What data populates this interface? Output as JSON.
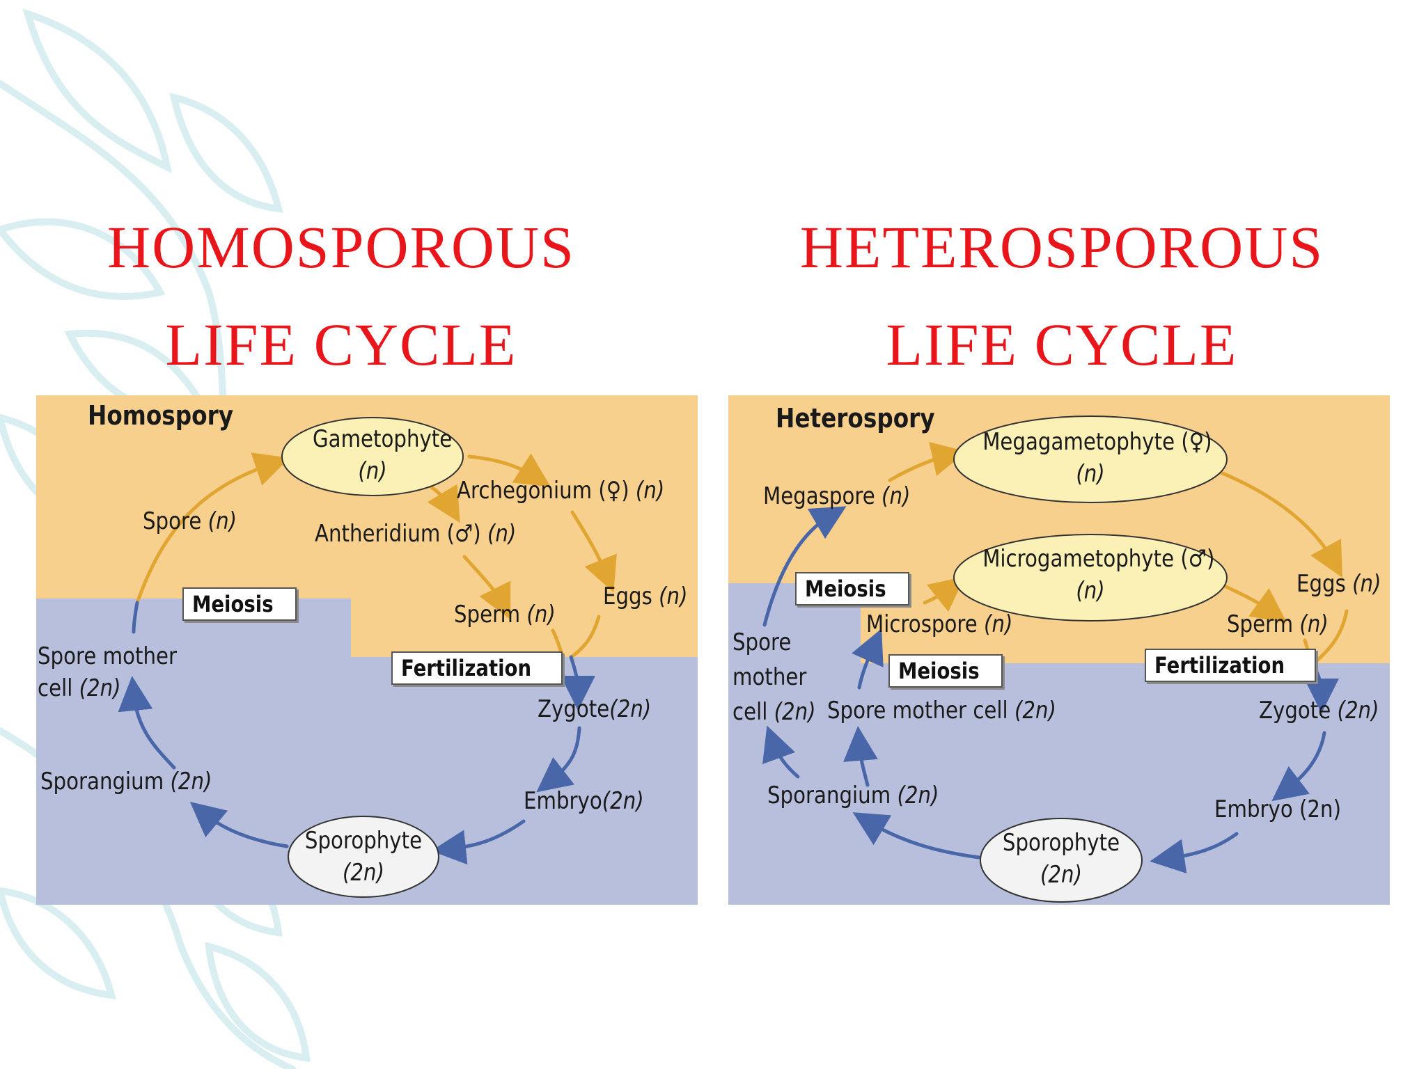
{
  "titles": {
    "left": [
      "HOMOSPOROUS",
      "LIFE CYCLE"
    ],
    "right": [
      "HETEROSPOROUS",
      "LIFE CYCLE"
    ]
  },
  "colors": {
    "title": "#e8151b",
    "haploid_zone": "#f8d08e",
    "diploid_zone": "#b8bfdc",
    "haploid_arrow": "#e1a532",
    "diploid_arrow": "#4967a8",
    "gametophyte_oval": "#fbf1b7",
    "sporophyte_oval": "#f3f3f3"
  },
  "homospory": {
    "heading": "Homospory",
    "gametophyte": {
      "name": "Gametophyte",
      "ploidy": "(n)"
    },
    "archegonium": {
      "name": "Archegonium (♀)",
      "ploidy": "(n)"
    },
    "antheridium": {
      "name": "Antheridium (♂)",
      "ploidy": "(n)"
    },
    "spore": {
      "name": "Spore",
      "ploidy": "(n)"
    },
    "eggs": {
      "name": "Eggs",
      "ploidy": "(n)"
    },
    "sperm": {
      "name": "Sperm",
      "ploidy": "(n)"
    },
    "meiosis": "Meiosis",
    "fertilization": "Fertilization",
    "spore_mother_cell": {
      "line1": "Spore mother",
      "line2": "cell",
      "ploidy": "(2n)"
    },
    "zygote": {
      "name": "Zygote",
      "ploidy": "(2n)"
    },
    "embryo": {
      "name": "Embryo",
      "ploidy": "(2n)"
    },
    "sporangium": {
      "name": "Sporangium",
      "ploidy": "(2n)"
    },
    "sporophyte": {
      "name": "Sporophyte",
      "ploidy": "(2n)"
    }
  },
  "heterospory": {
    "heading": "Heterospory",
    "megagametophyte": {
      "name": "Megagametophyte (♀)",
      "ploidy": "(n)"
    },
    "microgametophyte": {
      "name": "Microgametophyte (♂)",
      "ploidy": "(n)"
    },
    "megaspore": {
      "name": "Megaspore",
      "ploidy": "(n)"
    },
    "microspore": {
      "name": "Microspore",
      "ploidy": "(n)"
    },
    "eggs": {
      "name": "Eggs",
      "ploidy": "(n)"
    },
    "sperm": {
      "name": "Sperm",
      "ploidy": "(n)"
    },
    "meiosis_left": "Meiosis",
    "meiosis_right": "Meiosis",
    "fertilization": "Fertilization",
    "spore_mother_cell_left": {
      "line1": "Spore",
      "line2": "mother",
      "line3": "cell",
      "ploidy": "(2n)"
    },
    "spore_mother_cell_right": {
      "name": "Spore mother cell",
      "ploidy": "(2n)"
    },
    "zygote": {
      "name": "Zygote",
      "ploidy": "(2n)"
    },
    "embryo": "Embryo (2n)",
    "sporangium": {
      "name": "Sporangium",
      "ploidy": "(2n)"
    },
    "sporophyte": {
      "name": "Sporophyte",
      "ploidy": "(2n)"
    }
  }
}
